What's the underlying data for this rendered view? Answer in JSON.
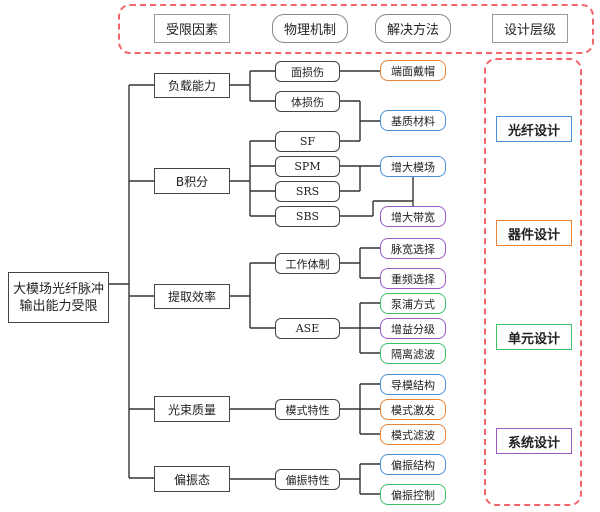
{
  "header": {
    "limiting_factors": "受限因素",
    "physical_mechanism": "物理机制",
    "solutions": "解决方法",
    "design_level": "设计层级"
  },
  "root": {
    "line1": "大模场光纤脉冲",
    "line2": "输出能力受限"
  },
  "factors": [
    "负载能力",
    "B积分",
    "提取效率",
    "光束质量",
    "偏振态"
  ],
  "mechanisms": [
    "面损伤",
    "体损伤",
    "SF",
    "SPM",
    "SRS",
    "SBS",
    "工作体制",
    "ASE",
    "模式特性",
    "偏振特性"
  ],
  "solutions": [
    {
      "label": "端面戴帽",
      "level": "器件设计"
    },
    {
      "label": "基质材料",
      "level": "光纤设计"
    },
    {
      "label": "增大模场",
      "level": "光纤设计"
    },
    {
      "label": "增大带宽",
      "level": "系统设计"
    },
    {
      "label": "脉宽选择",
      "level": "系统设计"
    },
    {
      "label": "重频选择",
      "level": "系统设计"
    },
    {
      "label": "泵浦方式",
      "level": "单元设计"
    },
    {
      "label": "增益分级",
      "level": "系统设计"
    },
    {
      "label": "隔离滤波",
      "level": "单元设计"
    },
    {
      "label": "导模结构",
      "level": "光纤设计"
    },
    {
      "label": "模式激发",
      "level": "器件设计"
    },
    {
      "label": "模式滤波",
      "level": "器件设计"
    },
    {
      "label": "偏振结构",
      "level": "光纤设计"
    },
    {
      "label": "偏振控制",
      "level": "单元设计"
    }
  ],
  "design_levels": [
    {
      "label": "光纤设计",
      "color": "#4a90d9"
    },
    {
      "label": "器件设计",
      "color": "#e8833a"
    },
    {
      "label": "单元设计",
      "color": "#3cc06a"
    },
    {
      "label": "系统设计",
      "color": "#9b59c6"
    }
  ],
  "colors": {
    "dashed_border": "#f0646c",
    "fiber": "#4a90d9",
    "device": "#e8833a",
    "unit": "#3cc06a",
    "system": "#9b59c6"
  }
}
